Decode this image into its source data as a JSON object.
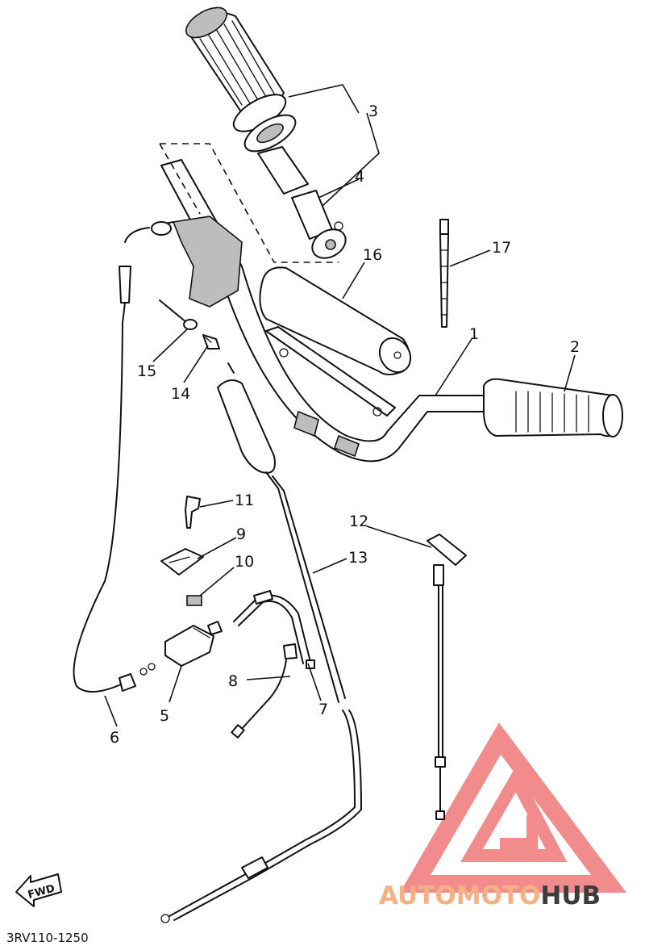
{
  "diagram": {
    "callouts": [
      "1",
      "2",
      "3",
      "4",
      "5",
      "6",
      "7",
      "8",
      "9",
      "10",
      "11",
      "12",
      "13",
      "14",
      "15",
      "16",
      "17"
    ],
    "part_code": "3RV110-1250",
    "fwd_label": "FWD"
  },
  "watermark": {
    "brand_part1": "AUTO",
    "brand_part2": "MOTO",
    "brand_part3": "HUB",
    "colors": {
      "auto": "#f4b183",
      "moto": "#f4b183",
      "hub": "#3c3c3c",
      "logo": "#f07878"
    }
  }
}
